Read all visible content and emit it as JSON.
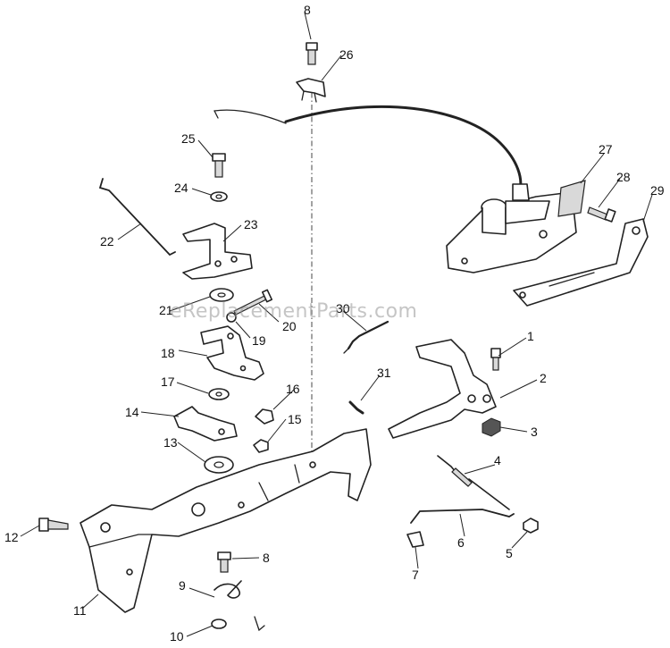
{
  "watermark": "eReplacementParts.com",
  "callouts": [
    {
      "id": "c1",
      "label": "1"
    },
    {
      "id": "c2",
      "label": "2"
    },
    {
      "id": "c3",
      "label": "3"
    },
    {
      "id": "c4",
      "label": "4"
    },
    {
      "id": "c5",
      "label": "5"
    },
    {
      "id": "c6",
      "label": "6"
    },
    {
      "id": "c7",
      "label": "7"
    },
    {
      "id": "c8a",
      "label": "8"
    },
    {
      "id": "c8b",
      "label": "8"
    },
    {
      "id": "c9",
      "label": "9"
    },
    {
      "id": "c10",
      "label": "10"
    },
    {
      "id": "c11",
      "label": "11"
    },
    {
      "id": "c12",
      "label": "12"
    },
    {
      "id": "c13",
      "label": "13"
    },
    {
      "id": "c14",
      "label": "14"
    },
    {
      "id": "c15",
      "label": "15"
    },
    {
      "id": "c16",
      "label": "16"
    },
    {
      "id": "c17",
      "label": "17"
    },
    {
      "id": "c18",
      "label": "18"
    },
    {
      "id": "c19",
      "label": "19"
    },
    {
      "id": "c20",
      "label": "20"
    },
    {
      "id": "c21",
      "label": "21"
    },
    {
      "id": "c22",
      "label": "22"
    },
    {
      "id": "c23",
      "label": "23"
    },
    {
      "id": "c24",
      "label": "24"
    },
    {
      "id": "c25",
      "label": "25"
    },
    {
      "id": "c26",
      "label": "26"
    },
    {
      "id": "c27",
      "label": "27"
    },
    {
      "id": "c28",
      "label": "28"
    },
    {
      "id": "c29",
      "label": "29"
    },
    {
      "id": "c30",
      "label": "30"
    },
    {
      "id": "c31",
      "label": "31"
    }
  ]
}
